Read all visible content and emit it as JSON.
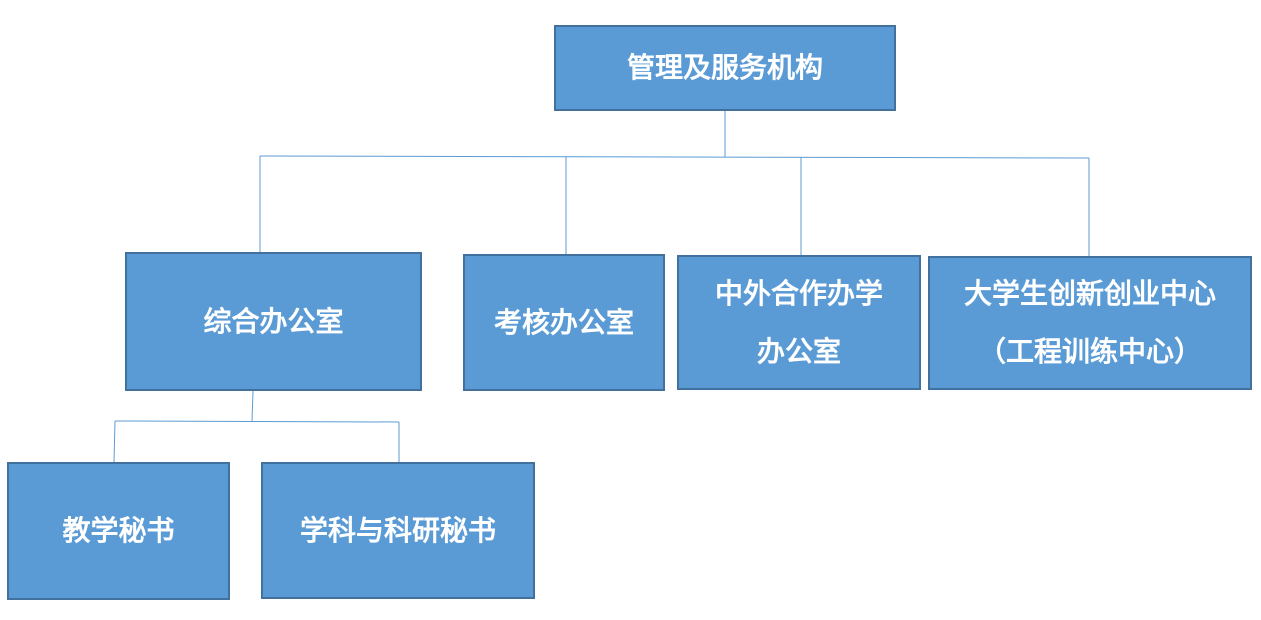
{
  "diagram": {
    "root": {
      "label": "管理及服务机构"
    },
    "offices": [
      {
        "lines": [
          "综合办公室"
        ]
      },
      {
        "lines": [
          "考核办公室"
        ]
      },
      {
        "lines": [
          "中外合作办学",
          "办公室"
        ]
      },
      {
        "lines": [
          "大学生创新创业中心",
          "（工程训练中心）"
        ]
      }
    ],
    "sub_units": [
      {
        "label": "教学秘书"
      },
      {
        "label": "学科与科研秘书"
      }
    ],
    "colors": {
      "box_fill": "#5b9bd5",
      "box_border": "#41719c",
      "connector": "#5b9bd5",
      "text": "#ffffff"
    }
  }
}
